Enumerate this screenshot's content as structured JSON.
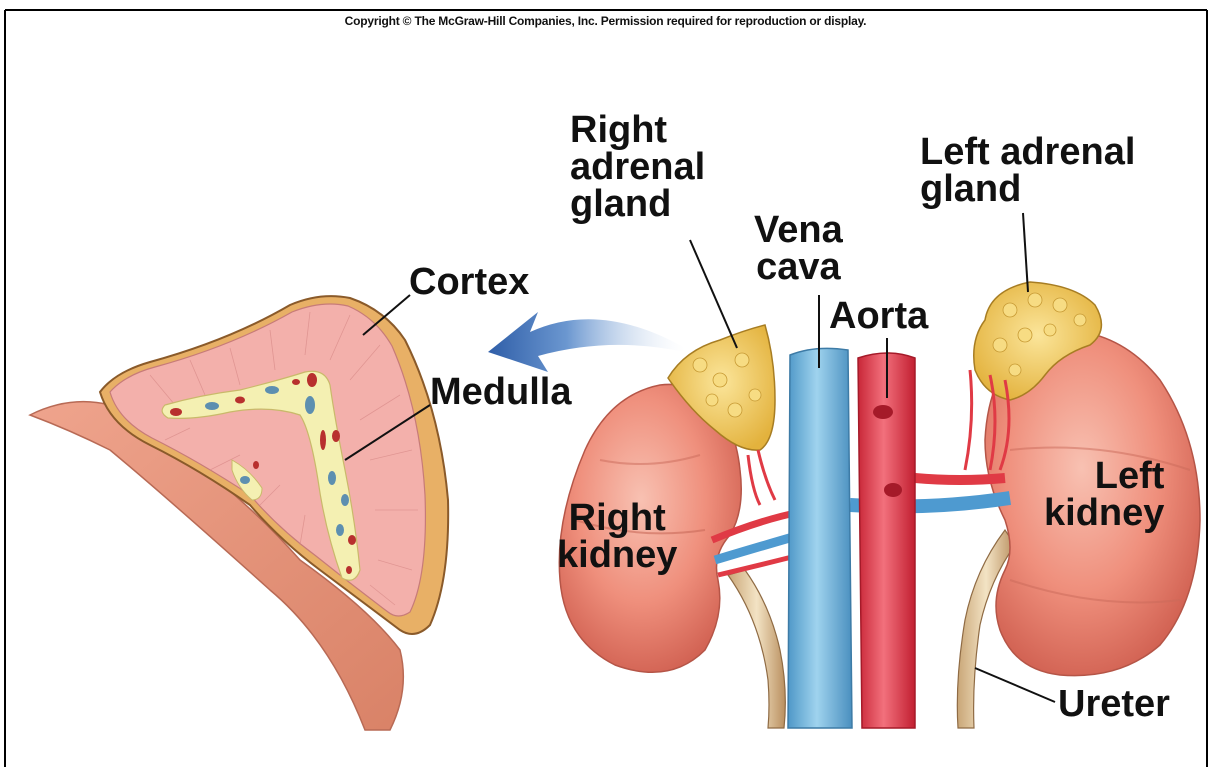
{
  "copyright": "Copyright © The McGraw-Hill Companies, Inc. Permission required for reproduction or display.",
  "labels": {
    "right_adrenal_gland": [
      "Right",
      "adrenal",
      "gland"
    ],
    "left_adrenal_gland": [
      "Left adrenal",
      "gland"
    ],
    "vena_cava": [
      "Vena",
      "cava"
    ],
    "aorta": "Aorta",
    "cortex": "Cortex",
    "medulla": "Medulla",
    "right_kidney": [
      "Right",
      "kidney"
    ],
    "left_kidney": [
      "Left",
      "kidney"
    ],
    "ureter": "Ureter"
  },
  "colors": {
    "kidney": "#f0907e",
    "adrenal": "#f3cf5a",
    "vena_cava": "#6fb6dc",
    "aorta": "#ea3f52",
    "cortex_tissue": "#f3b0ab",
    "medulla_tissue": "#f4f0b2",
    "arrow": "#3b6fb8"
  }
}
